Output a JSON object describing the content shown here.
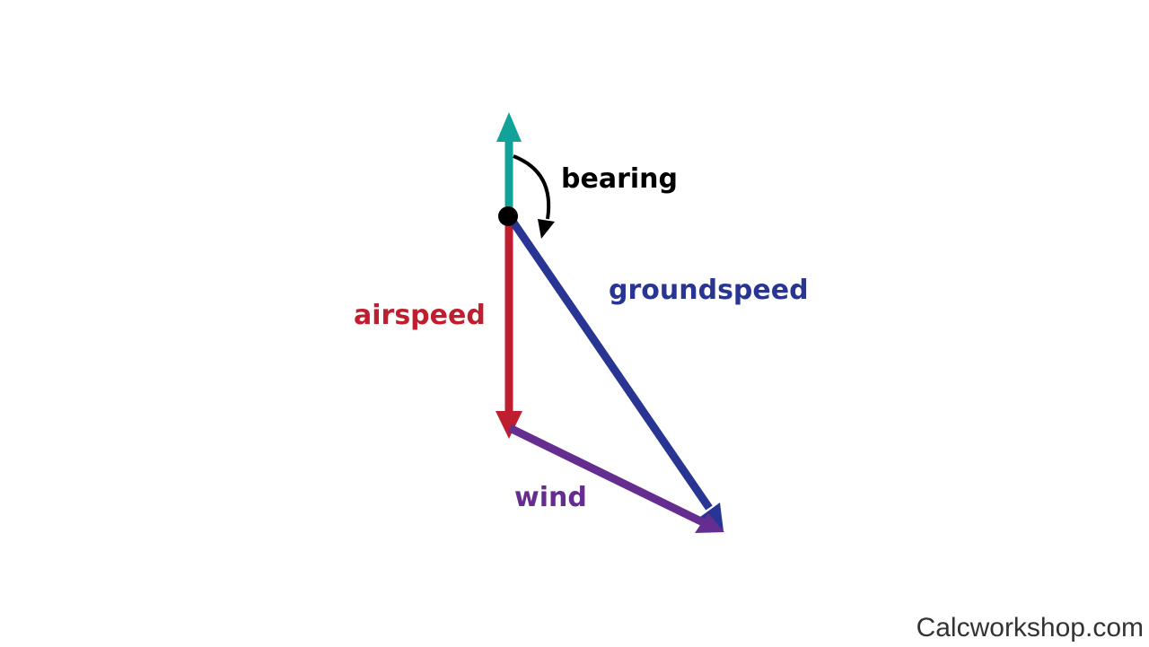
{
  "labels": {
    "bearing": "bearing",
    "groundspeed": "groundspeed",
    "airspeed": "airspeed",
    "wind": "wind"
  },
  "footer": {
    "brand": "Calcworkshop.com"
  },
  "colors": {
    "north": "#11a39a",
    "airspeed": "#be1e2d",
    "groundspeed": "#283593",
    "wind": "#662d91",
    "bearing": "#000000"
  }
}
